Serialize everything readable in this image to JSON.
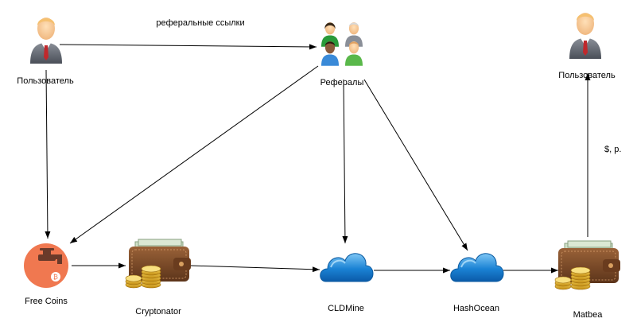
{
  "nodes": {
    "user_left": {
      "label": "Пользователь",
      "icon": "user-icon"
    },
    "referrals": {
      "label": "Рефералы",
      "icon": "people-group-icon"
    },
    "user_right": {
      "label": "Пользователь",
      "icon": "user-icon"
    },
    "free_coins": {
      "label": "Free Coins",
      "icon": "bitcoin-faucet-icon"
    },
    "cryptonator": {
      "label": "Cryptonator",
      "icon": "wallet-coins-icon"
    },
    "cldmine": {
      "label": "CLDMine",
      "icon": "cloud-icon"
    },
    "hashocean": {
      "label": "HashOcean",
      "icon": "cloud-icon"
    },
    "matbea": {
      "label": "Matbea",
      "icon": "wallet-coins-icon"
    }
  },
  "edge_labels": {
    "referral_links": "реферальные ссылки",
    "payout": "$, р."
  },
  "colors": {
    "arrow": "#000000",
    "faucet": "#f07850",
    "cloud": "#1a82d4",
    "wallet": "#7a4a2a",
    "coin": "#e0b030"
  }
}
